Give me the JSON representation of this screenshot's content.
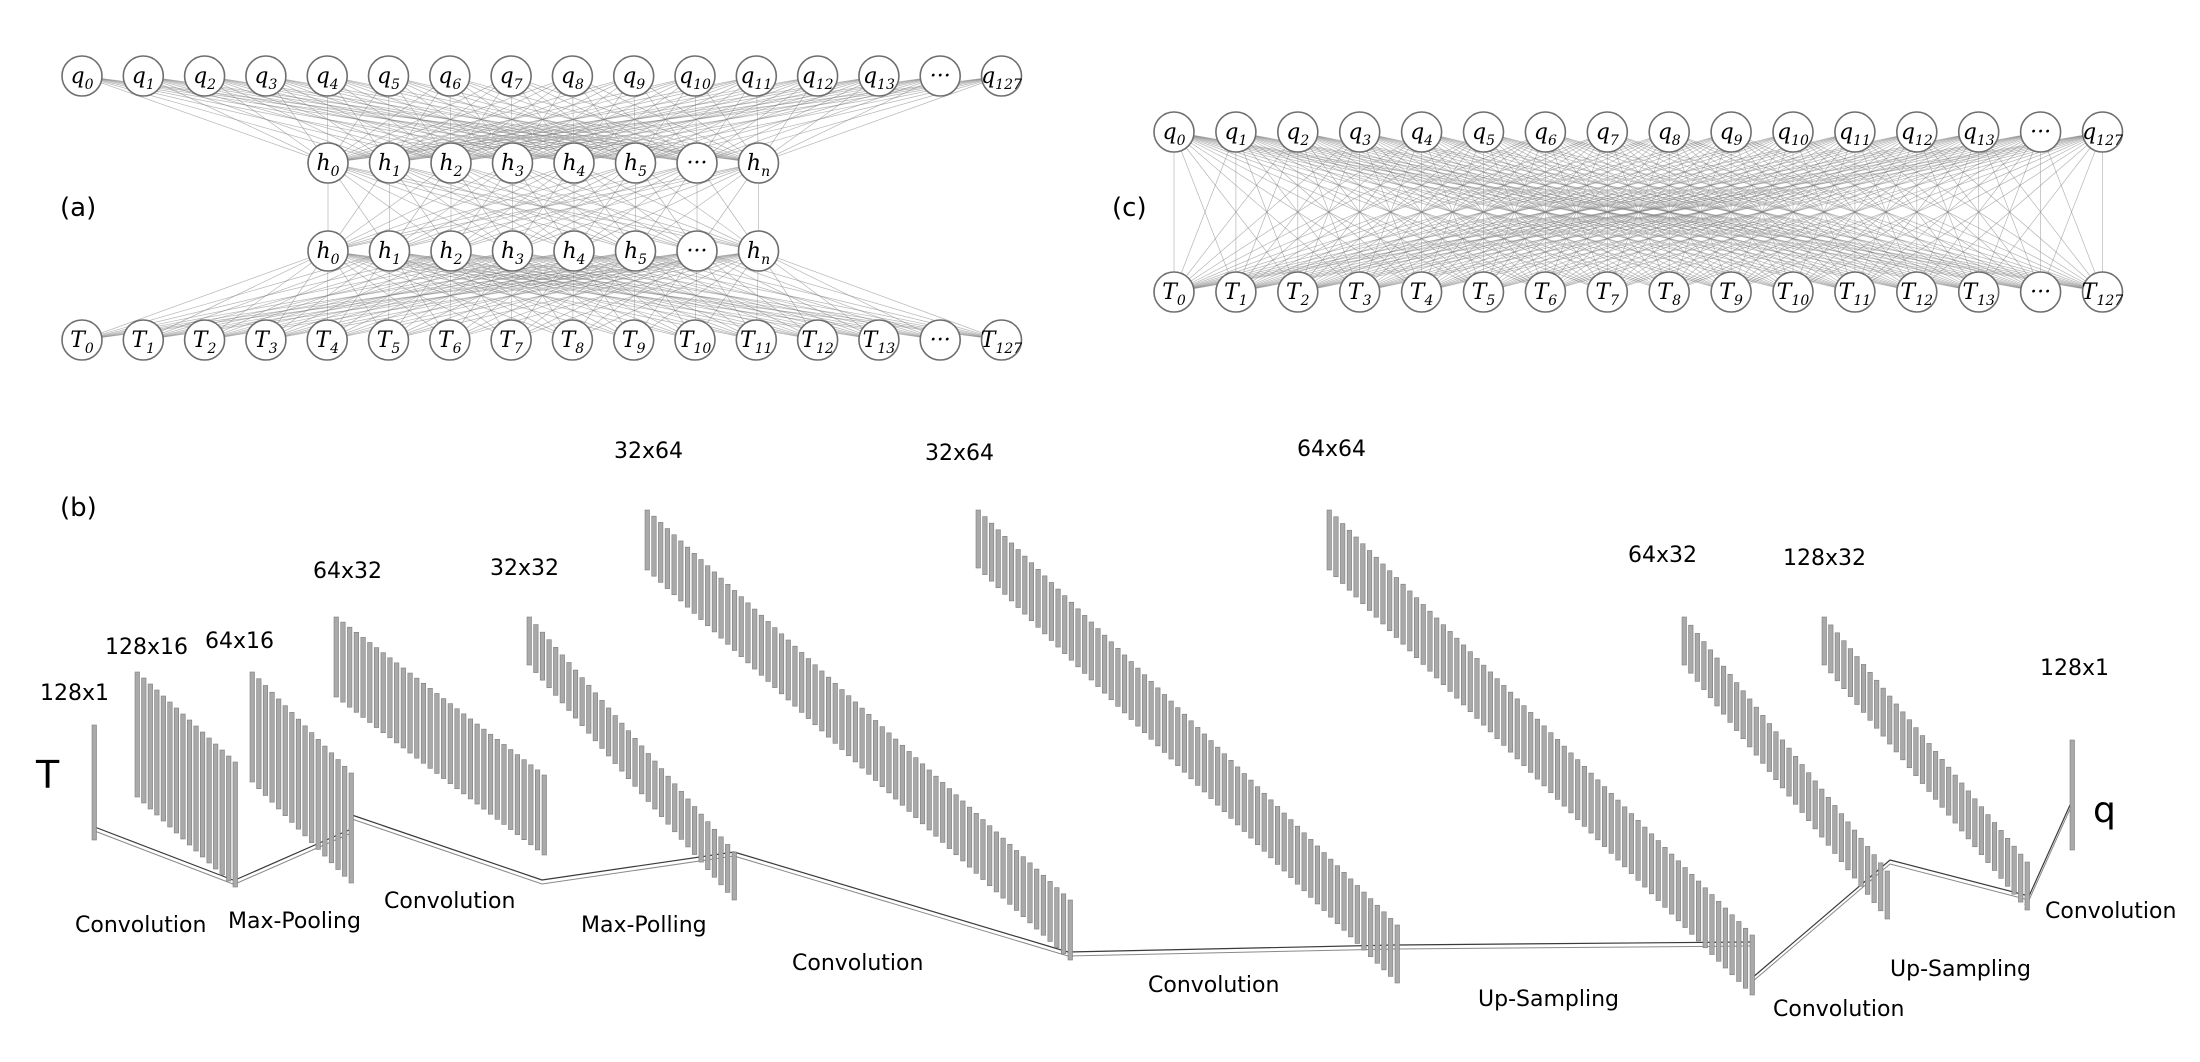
{
  "panels": {
    "a": {
      "label": "(a)",
      "top_nodes": [
        {
          "base": "q",
          "sub": "0"
        },
        {
          "base": "q",
          "sub": "1"
        },
        {
          "base": "q",
          "sub": "2"
        },
        {
          "base": "q",
          "sub": "3"
        },
        {
          "base": "q",
          "sub": "4"
        },
        {
          "base": "q",
          "sub": "5"
        },
        {
          "base": "q",
          "sub": "6"
        },
        {
          "base": "q",
          "sub": "7"
        },
        {
          "base": "q",
          "sub": "8"
        },
        {
          "base": "q",
          "sub": "9"
        },
        {
          "base": "q",
          "sub": "10"
        },
        {
          "base": "q",
          "sub": "11"
        },
        {
          "base": "q",
          "sub": "12"
        },
        {
          "base": "q",
          "sub": "13"
        },
        {
          "base": "···",
          "sub": ""
        },
        {
          "base": "q",
          "sub": "127"
        }
      ],
      "hidden_top": [
        {
          "base": "h",
          "sub": "0"
        },
        {
          "base": "h",
          "sub": "1"
        },
        {
          "base": "h",
          "sub": "2"
        },
        {
          "base": "h",
          "sub": "3"
        },
        {
          "base": "h",
          "sub": "4"
        },
        {
          "base": "h",
          "sub": "5"
        },
        {
          "base": "···",
          "sub": ""
        },
        {
          "base": "h",
          "sub": "n"
        }
      ],
      "hidden_bottom": [
        {
          "base": "h",
          "sub": "0"
        },
        {
          "base": "h",
          "sub": "1"
        },
        {
          "base": "h",
          "sub": "2"
        },
        {
          "base": "h",
          "sub": "3"
        },
        {
          "base": "h",
          "sub": "4"
        },
        {
          "base": "h",
          "sub": "5"
        },
        {
          "base": "···",
          "sub": ""
        },
        {
          "base": "h",
          "sub": "n"
        }
      ],
      "bottom_nodes": [
        {
          "base": "T",
          "sub": "0"
        },
        {
          "base": "T",
          "sub": "1"
        },
        {
          "base": "T",
          "sub": "2"
        },
        {
          "base": "T",
          "sub": "3"
        },
        {
          "base": "T",
          "sub": "4"
        },
        {
          "base": "T",
          "sub": "5"
        },
        {
          "base": "T",
          "sub": "6"
        },
        {
          "base": "T",
          "sub": "7"
        },
        {
          "base": "T",
          "sub": "8"
        },
        {
          "base": "T",
          "sub": "9"
        },
        {
          "base": "T",
          "sub": "10"
        },
        {
          "base": "T",
          "sub": "11"
        },
        {
          "base": "T",
          "sub": "12"
        },
        {
          "base": "T",
          "sub": "13"
        },
        {
          "base": "···",
          "sub": ""
        },
        {
          "base": "T",
          "sub": "127"
        }
      ]
    },
    "c": {
      "label": "(c)",
      "top_nodes": [
        {
          "base": "q",
          "sub": "0"
        },
        {
          "base": "q",
          "sub": "1"
        },
        {
          "base": "q",
          "sub": "2"
        },
        {
          "base": "q",
          "sub": "3"
        },
        {
          "base": "q",
          "sub": "4"
        },
        {
          "base": "q",
          "sub": "5"
        },
        {
          "base": "q",
          "sub": "6"
        },
        {
          "base": "q",
          "sub": "7"
        },
        {
          "base": "q",
          "sub": "8"
        },
        {
          "base": "q",
          "sub": "9"
        },
        {
          "base": "q",
          "sub": "10"
        },
        {
          "base": "q",
          "sub": "11"
        },
        {
          "base": "q",
          "sub": "12"
        },
        {
          "base": "q",
          "sub": "13"
        },
        {
          "base": "···",
          "sub": ""
        },
        {
          "base": "q",
          "sub": "127"
        }
      ],
      "bottom_nodes": [
        {
          "base": "T",
          "sub": "0"
        },
        {
          "base": "T",
          "sub": "1"
        },
        {
          "base": "T",
          "sub": "2"
        },
        {
          "base": "T",
          "sub": "3"
        },
        {
          "base": "T",
          "sub": "4"
        },
        {
          "base": "T",
          "sub": "5"
        },
        {
          "base": "T",
          "sub": "6"
        },
        {
          "base": "T",
          "sub": "7"
        },
        {
          "base": "T",
          "sub": "8"
        },
        {
          "base": "T",
          "sub": "9"
        },
        {
          "base": "T",
          "sub": "10"
        },
        {
          "base": "T",
          "sub": "11"
        },
        {
          "base": "T",
          "sub": "12"
        },
        {
          "base": "T",
          "sub": "13"
        },
        {
          "base": "···",
          "sub": ""
        },
        {
          "base": "T",
          "sub": "127"
        }
      ]
    },
    "b": {
      "label": "(b)",
      "input_label": "T",
      "output_label": "q",
      "layers": [
        {
          "dims": "128x1"
        },
        {
          "dims": "128x16"
        },
        {
          "dims": "64x16"
        },
        {
          "dims": "64x32"
        },
        {
          "dims": "32x32"
        },
        {
          "dims": "32x64"
        },
        {
          "dims": "32x64"
        },
        {
          "dims": "64x64"
        },
        {
          "dims": "64x32"
        },
        {
          "dims": "128x32"
        },
        {
          "dims": "128x1"
        }
      ],
      "operations": [
        "Convolution",
        "Max-Pooling",
        "Convolution",
        "Max-Polling",
        "Convolution",
        "Convolution",
        "Up-Sampling",
        "Convolution",
        "Up-Sampling",
        "Convolution"
      ]
    }
  }
}
